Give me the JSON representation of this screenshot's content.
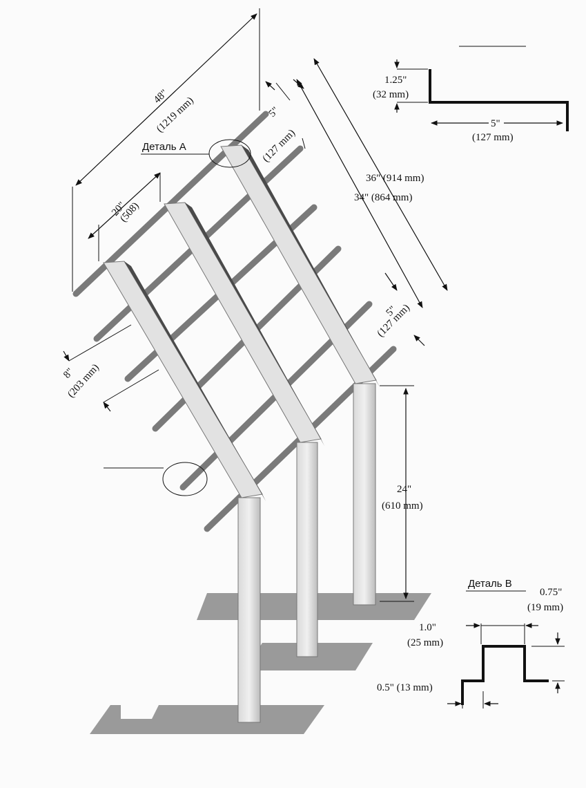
{
  "labels": {
    "detail_a": "Деталь А",
    "detail_b": "Деталь В"
  },
  "dimensions": {
    "overall_length": [
      "48\"",
      "(1219 mm)"
    ],
    "top_spacing": [
      "5\"",
      "(127 mm)"
    ],
    "rail_36_34": [
      "36\" (914 mm)",
      "34\" (864 mm)"
    ],
    "beam_spacing": [
      "20\"",
      "(508)"
    ],
    "bottom_spacing": [
      "5\"",
      "(127 mm)"
    ],
    "rung_spacing": [
      "8\"",
      "(203 mm)"
    ],
    "post_height": [
      "24\"",
      "(610 mm)"
    ],
    "detail_a_height": [
      "1.25\"",
      "(32 mm)"
    ],
    "detail_a_width": [
      "5\"",
      "(127 mm)"
    ],
    "detail_b_top": [
      "1.0\"",
      "(25 mm)"
    ],
    "detail_b_side": [
      "0.75\"",
      "(19 mm)"
    ],
    "detail_b_bottom": "0.5\" (13 mm)"
  },
  "colors": {
    "line": "#111111",
    "metal_light": "#e6e6e6",
    "metal_mid": "#c9c9c9",
    "metal_dark": "#5a5a5a",
    "plate": "#9a9a9a"
  }
}
